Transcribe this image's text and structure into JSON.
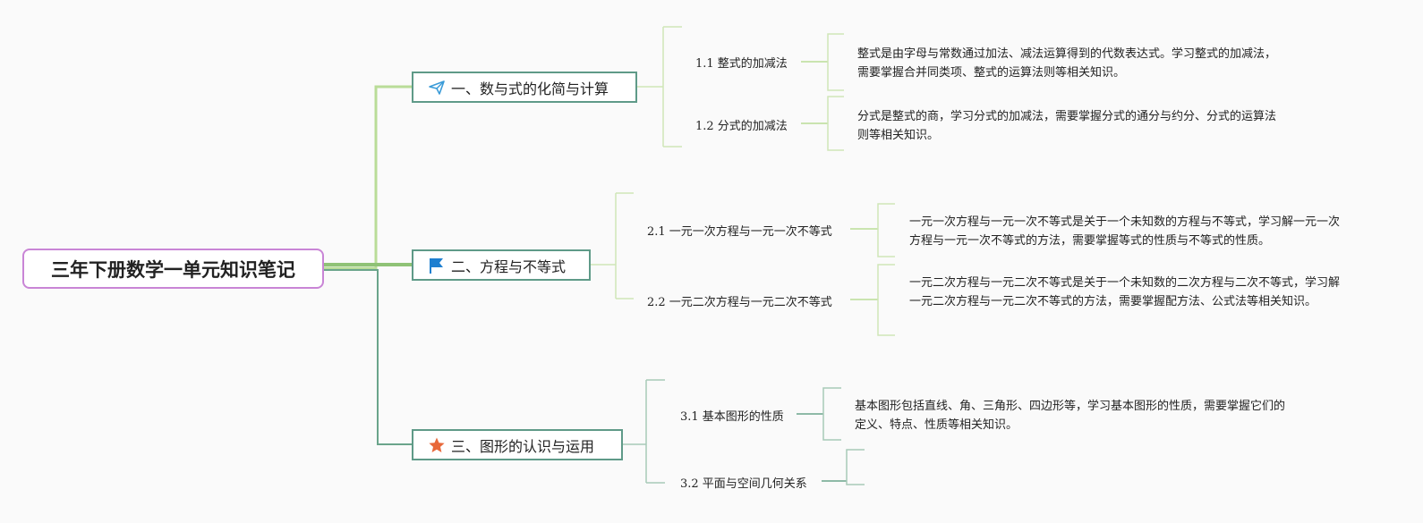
{
  "root": {
    "title": "三年下册数学一单元知识笔记"
  },
  "branches": [
    {
      "title": "一、数与式的化简与计算",
      "icon": "paper-plane-icon",
      "items": [
        {
          "label": "1.1 整式的加减法",
          "detail": "整式是由字母与常数通过加法、减法运算得到的代数表达式。学习整式的加减法，需要掌握合并同类项、整式的运算法则等相关知识。"
        },
        {
          "label": "1.2 分式的加减法",
          "detail": "分式是整式的商，学习分式的加减法，需要掌握分式的通分与约分、分式的运算法则等相关知识。"
        }
      ]
    },
    {
      "title": "二、方程与不等式",
      "icon": "flag-icon",
      "items": [
        {
          "label": "2.1 一元一次方程与一元一次不等式",
          "detail": "一元一次方程与一元一次不等式是关于一个未知数的方程与不等式，学习解一元一次方程与一元一次不等式的方法，需要掌握等式的性质与不等式的性质。"
        },
        {
          "label": "2.2 一元二次方程与一元二次不等式",
          "detail": "一元二次方程与一元二次不等式是关于一个未知数的二次方程与二次不等式，学习解一元二次方程与一元二次不等式的方法，需要掌握配方法、公式法等相关知识。"
        }
      ]
    },
    {
      "title": "三、图形的认识与运用",
      "icon": "star-icon",
      "items": [
        {
          "label": "3.1 基本图形的性质",
          "detail": "基本图形包括直线、角、三角形、四边形等，学习基本图形的性质，需要掌握它们的定义、特点、性质等相关知识。"
        },
        {
          "label": "3.2 平面与空间几何关系",
          "detail": ""
        }
      ]
    }
  ],
  "colors": {
    "root_border": "#c985d6",
    "branch_border": "#5f9a88",
    "line_light": "#b9dc98",
    "line_dark": "#6aa48b",
    "icon_plane": "#3a9bd8",
    "icon_flag": "#1e7fd0",
    "icon_star": "#e8683a"
  }
}
